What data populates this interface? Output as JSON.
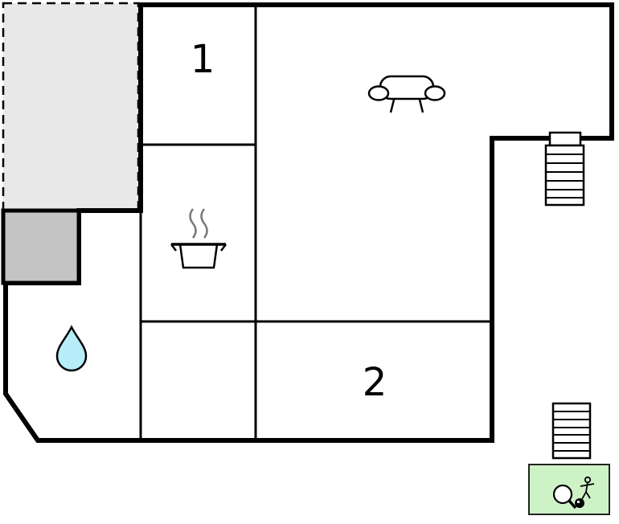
{
  "floorplan": {
    "type": "apartment-floor-plan",
    "rooms": {
      "room1": {
        "label": "1"
      },
      "room2": {
        "label": "2"
      }
    },
    "icons": {
      "sofa": "sofa-icon",
      "stove": "stove-pot-icon",
      "water_drop": "water-drop-icon",
      "stairs_upper": "stairs-icon",
      "stairs_lower": "stairs-icon",
      "activity": "table-tennis-icon"
    },
    "colors": {
      "wall": "#000000",
      "terrace_fill": "#e8e8e8",
      "annex_fill": "#c4c4c4",
      "interior_fill": "#ffffff",
      "water_drop_fill": "#b6edf9",
      "activity_box_fill": "#cdf2c6",
      "steam": "#777777",
      "background": "#ffffff"
    }
  }
}
